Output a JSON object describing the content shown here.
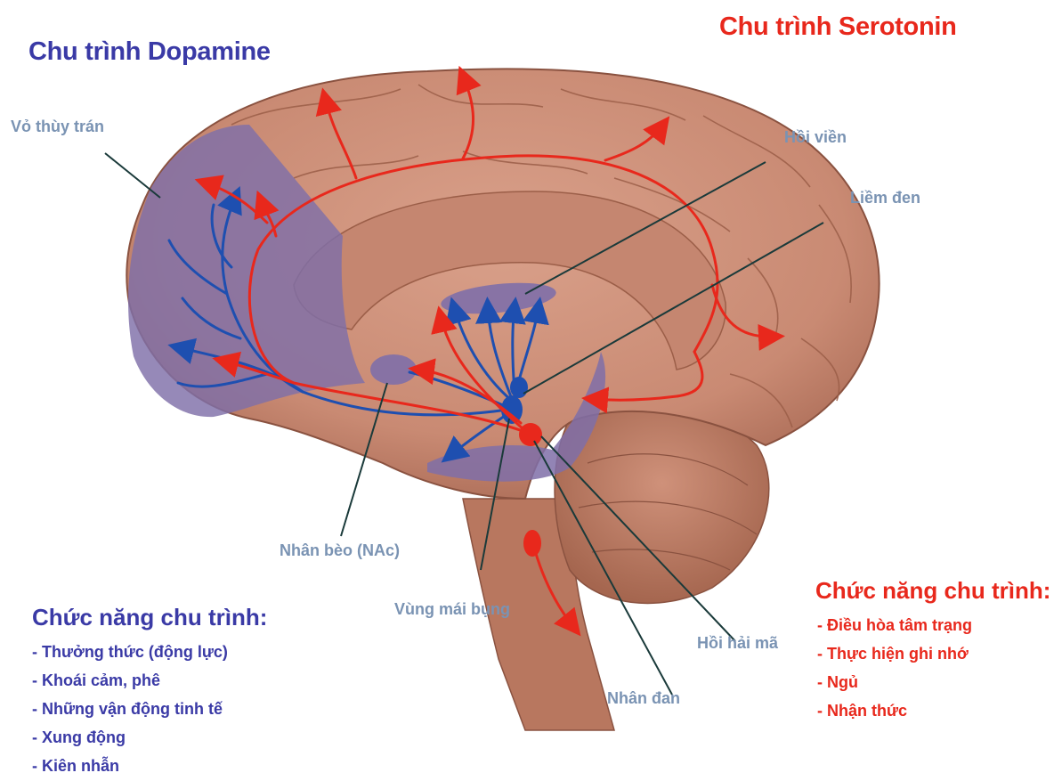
{
  "titles": {
    "dopamine": "Chu trình Dopamine",
    "serotonin": "Chu trình Serotonin"
  },
  "labels": {
    "frontal_cortex": "Vỏ thùy trán",
    "limbic_gyrus": "Hồi viền",
    "substantia_nigra": "Liềm đen",
    "nucleus_accumbens": "Nhân bèo (NAc)",
    "ventral_tegmental": "Vùng mái bụng",
    "hippocampus": "Hồi hải mã",
    "raphe_nucleus": "Nhân đan"
  },
  "dopamine_functions": {
    "heading": "Chức năng chu trình:",
    "items": [
      "- Thưởng thức (động lực)",
      "- Khoái cảm, phê",
      "- Những vận động tinh tế",
      "- Xung động",
      "- Kiên nhẫn"
    ]
  },
  "serotonin_functions": {
    "heading": "Chức năng chu trình:",
    "items": [
      "- Điều hòa tâm trạng",
      "- Thực hiện ghi nhớ",
      "- Ngủ",
      "- Nhận thức"
    ]
  },
  "colors": {
    "dopamine": "#3a3aa6",
    "serotonin": "#e8281c",
    "label": "#7a93b3",
    "brain": "#c98a73",
    "region": "#7f6fa8"
  }
}
